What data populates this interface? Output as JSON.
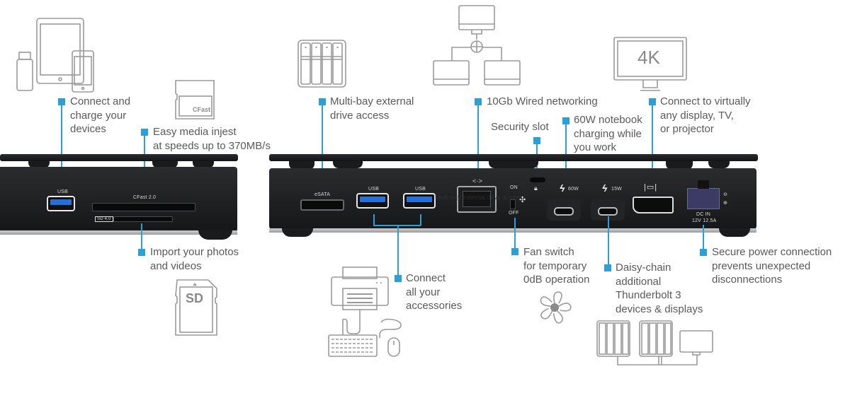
{
  "accent_color": "#2a9fd8",
  "callouts": {
    "devices": "Connect and\ncharge your\ndevices",
    "media": "Easy media injest\nat speeds up to 370MB/s",
    "drive": "Multi-bay external\ndrive access",
    "network": "10Gb Wired networking",
    "security": "Security slot",
    "charging": "60W notebook\ncharging while\nyou work",
    "display": "Connect to virtually\nany display, TV,\nor projector",
    "photos": "Import your photos\nand videos",
    "accessories": "Connect\nall your\naccessories",
    "fan": "Fan switch\nfor temporary\n0dB operation",
    "daisy": "Daisy-chain\nadditional\nThunderbolt 3\ndevices & displays",
    "power": "Secure power connection\nprevents unexpected\ndisconnections"
  },
  "port_labels": {
    "front_usb": "USB",
    "cfast": "CFast 2.0",
    "sd": "SD 4.0",
    "esata": "eSATA",
    "usb1": "USB",
    "usb2": "USB",
    "fan_on": "ON",
    "fan_off": "OFF",
    "tb1": "60W",
    "tb2": "15W",
    "dc_in": "DC IN",
    "dc_rating": "12V 12.5A",
    "ethernet_glyph": "<·>"
  },
  "icon_text": {
    "cfast_card": "CFast",
    "sd_card": "SD",
    "monitor_4k": "4K"
  },
  "overlay_text": "Multi-bay external drive access"
}
